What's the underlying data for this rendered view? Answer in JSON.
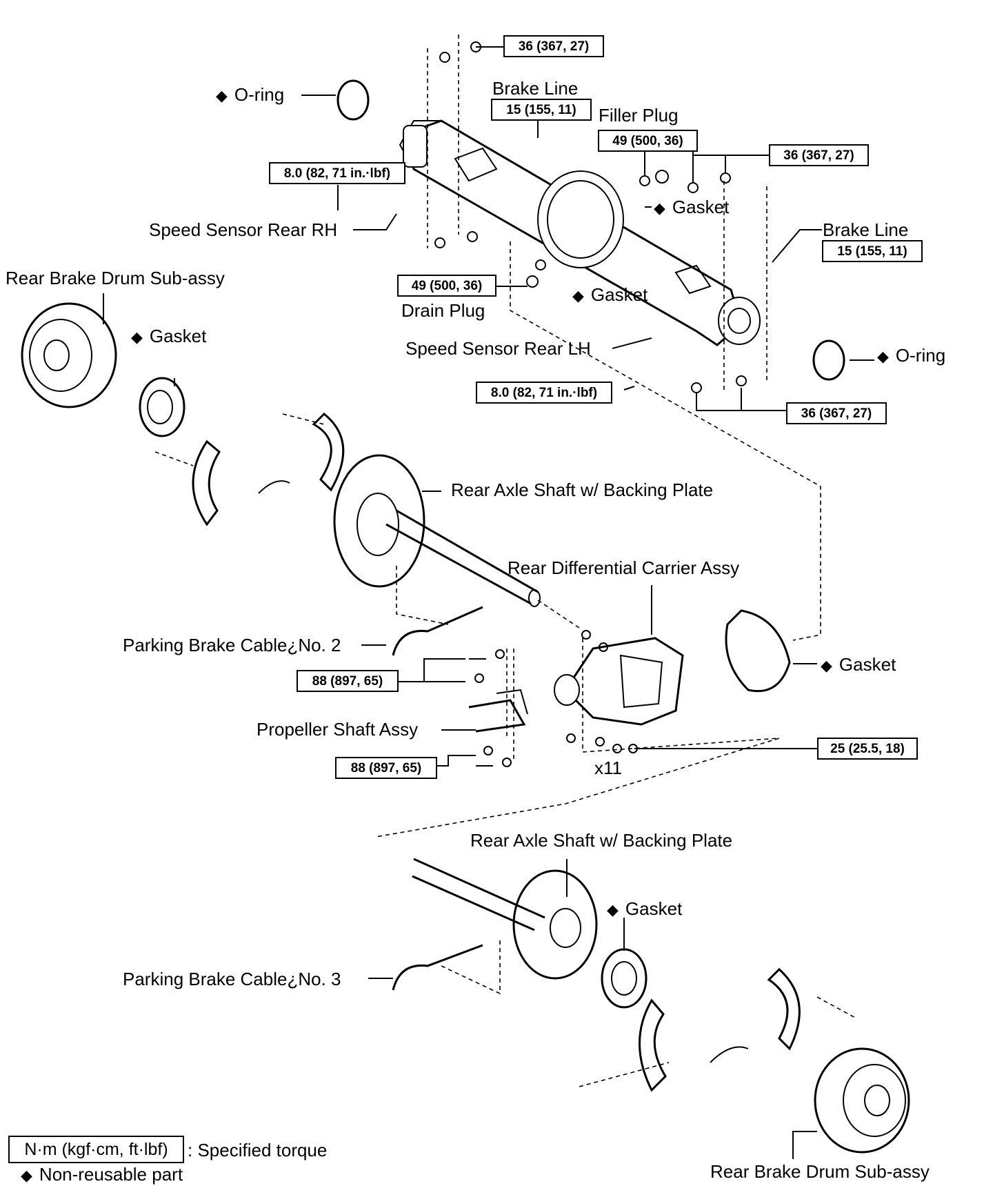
{
  "labels": {
    "oring_top": "O-ring",
    "brake_line_top": "Brake Line",
    "filler_plug": "Filler Plug",
    "gasket_filler": "Gasket",
    "speed_sensor_rh": "Speed Sensor Rear RH",
    "brake_line_right": "Brake Line",
    "rear_brake_drum_top": "Rear Brake Drum Sub-assy",
    "gasket_drain": "Gasket",
    "drain_plug": "Drain Plug",
    "gasket_left_drum": "Gasket",
    "speed_sensor_lh": "Speed Sensor Rear LH",
    "oring_right": "O-ring",
    "rear_axle_shaft_top": "Rear Axle Shaft w/ Backing Plate",
    "rear_diff_carrier": "Rear Differential Carrier  Assy",
    "parking_brake_no2": "Parking Brake Cable¿No. 2",
    "gasket_carrier": "Gasket",
    "propeller_shaft": "Propeller Shaft Assy",
    "x11": "x11",
    "rear_axle_shaft_bottom": "Rear Axle Shaft w/ Backing Plate",
    "gasket_bottom": "Gasket",
    "parking_brake_no3": "Parking Brake Cable¿No. 3",
    "rear_brake_drum_bottom": "Rear Brake Drum  Sub-assy"
  },
  "torques": {
    "t1": "36 (367, 27)",
    "t2": "15 (155, 11)",
    "t3": "49 (500, 36)",
    "t4": "36 (367, 27)",
    "t5": "8.0 (82, 71 in.·lbf)",
    "t6": "15 (155, 11)",
    "t7": "49 (500, 36)",
    "t8": "8.0 (82, 71 in.·lbf)",
    "t9": "36 (367, 27)",
    "t10": "88 (897, 65)",
    "t11": "25 (25.5, 18)",
    "t12": "88 (897, 65)"
  },
  "legend": {
    "torque_unit": "N·m (kgf·cm, ft·lbf)",
    "torque_desc": ": Specified torque",
    "non_reusable": "Non-reusable part"
  }
}
